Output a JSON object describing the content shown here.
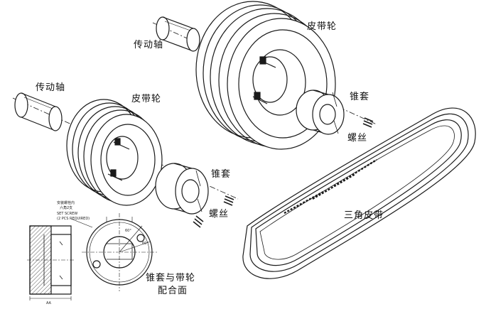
{
  "labels": {
    "shaft_top": "传动轴",
    "shaft_left": "传动轴",
    "pulley_top": "皮带轮",
    "pulley_left": "皮带轮",
    "bush_top": "锥套",
    "bush_mid": "锥套",
    "screw_top": "螺丝",
    "screw_mid": "螺丝",
    "vbelt": "三角皮带",
    "mating_1": "锥套与带轮",
    "mating_2": "配合面"
  },
  "detail": {
    "note_cn_1": "安装螺栓内",
    "note_cn_2": "六角2支",
    "note_en_1": "SET SCREW",
    "note_en_2": "(2 PCS REQUIRED)",
    "angle_a": "60°",
    "angle_b": "60°",
    "dim": "AA"
  },
  "colors": {
    "ink": "#1a1a1a",
    "paper": "#ffffff",
    "hatch": "#555555"
  }
}
